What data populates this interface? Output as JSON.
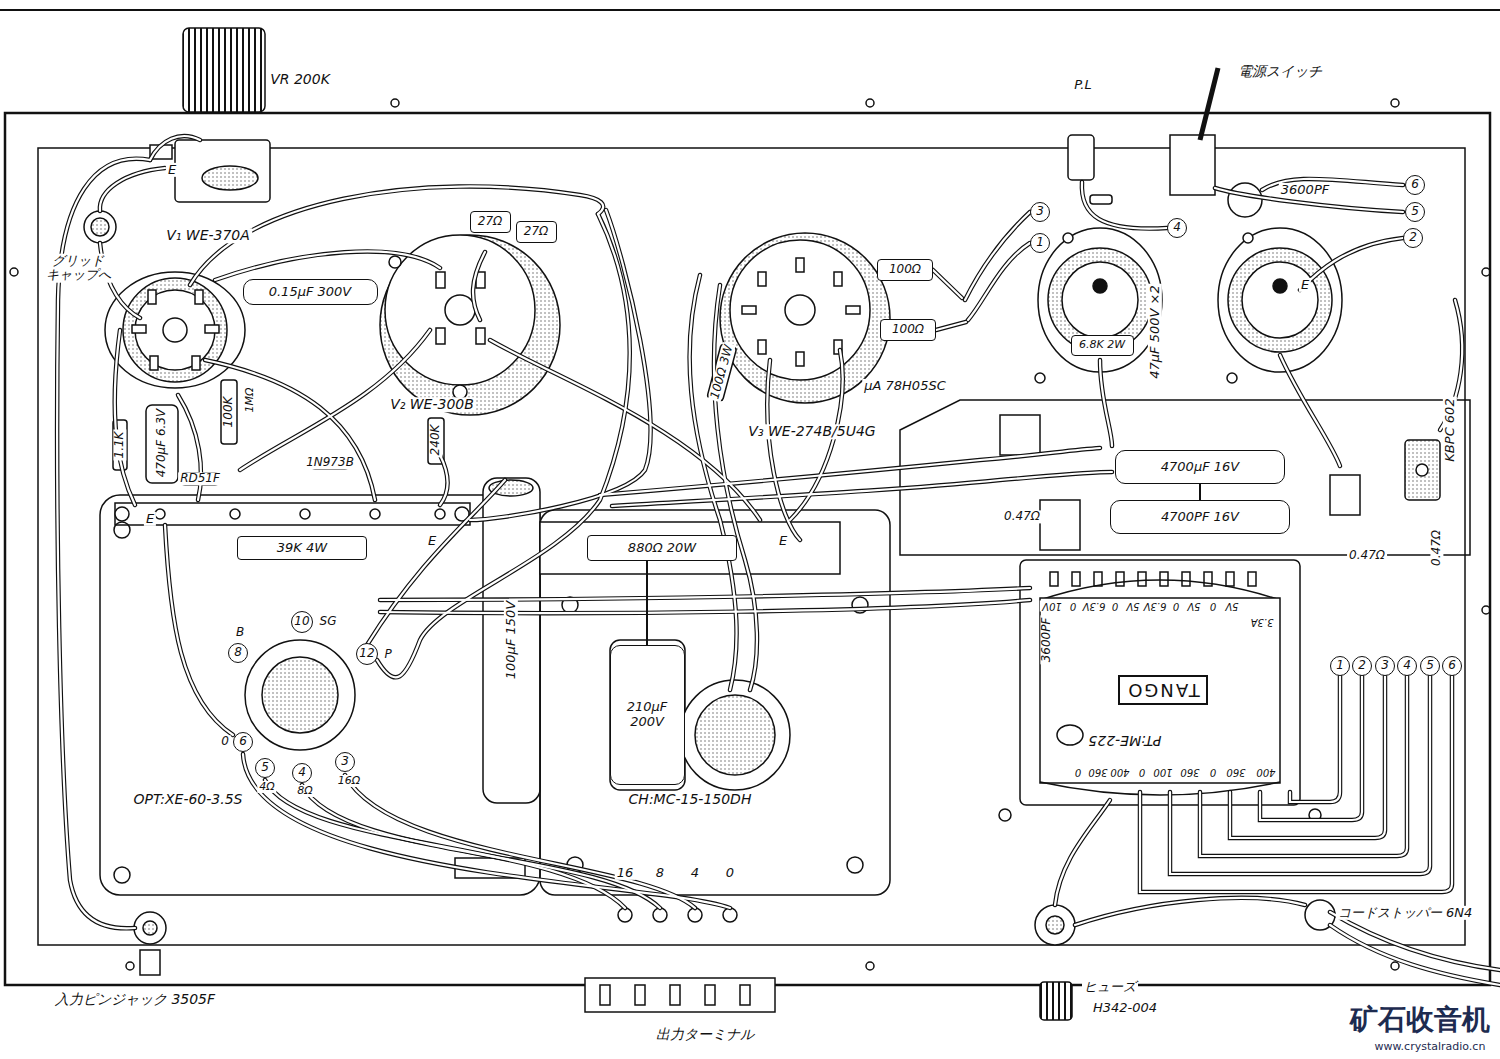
{
  "diagram": {
    "nodes": [
      {
        "text": [
          "0.15μF 300V"
        ]
      },
      {
        "text": [
          "27Ω"
        ]
      },
      {
        "text": [
          "27Ω"
        ]
      },
      {
        "text": [
          "100Ω"
        ]
      },
      {
        "text": [
          "100Ω"
        ]
      },
      {
        "text": [
          "6.8K 2W"
        ]
      },
      {
        "text": [
          "4700μF 16V"
        ]
      },
      {
        "text": [
          "4700PF 16V"
        ]
      },
      {
        "text": [
          "39K 4W"
        ]
      },
      {
        "text": [
          "880Ω 20W"
        ]
      },
      {
        "text": [
          "210μF 200V"
        ]
      },
      {
        "text": [
          "TANGO"
        ]
      },
      {
        "text": [
          "3"
        ]
      },
      {
        "text": [
          "1"
        ]
      },
      {
        "text": [
          "4"
        ]
      },
      {
        "text": [
          "6"
        ]
      },
      {
        "text": [
          "5"
        ]
      },
      {
        "text": [
          "2"
        ]
      },
      {
        "text": [
          "1"
        ]
      },
      {
        "text": [
          "2"
        ]
      },
      {
        "text": [
          "3"
        ]
      },
      {
        "text": [
          "4"
        ]
      },
      {
        "text": [
          "5"
        ]
      },
      {
        "text": [
          "6"
        ]
      },
      {
        "text": [
          "8"
        ]
      },
      {
        "text": [
          "10"
        ]
      },
      {
        "text": [
          "12"
        ]
      },
      {
        "text": [
          "6"
        ]
      },
      {
        "text": [
          "5"
        ]
      },
      {
        "text": [
          "4"
        ]
      },
      {
        "text": [
          "3"
        ]
      }
    ],
    "edges": [
      {
        "from": 9,
        "to": 10,
        "arrow": "none"
      },
      {
        "from": 6,
        "to": 7,
        "arrow": "none"
      }
    ],
    "labels": [
      "VR 200K",
      "E",
      "グリッド キャップへ",
      "V₁ WE-370A",
      "V₂ WE-300B",
      "100Ω 3W",
      "V₃ WE-274B/5U4G",
      "μA 78H05SC",
      "P.L",
      "電源スイッチ",
      "3600PF",
      "E",
      "47μF 500V ×2",
      "KBPC 602",
      "0.47Ω",
      "0.47Ω",
      "0.47Ω",
      "1.1K",
      "470μF 6.3V",
      "100K",
      "1MΩ",
      "RD51F",
      "1N973B",
      "240K",
      "E",
      "E",
      "100μF 150V",
      "E",
      "B",
      "SG",
      "P",
      "0",
      "4Ω",
      "8Ω",
      "16Ω",
      "OPT:XE-60-3.5S",
      "CH:MC-15-150DH",
      "3600PF",
      "10V",
      "0",
      "6.3V",
      "0",
      "5V",
      "6.3V",
      "0",
      "5V",
      "0",
      "5V",
      "3.3A",
      "0",
      "360",
      "400",
      "0",
      "100",
      "360",
      "0",
      "360",
      "400",
      "PT:ME-225",
      "16",
      "8",
      "4",
      "0",
      "出力ターミナル",
      "入力ピンジャック 3505F",
      "ヒューズ",
      "H342-004",
      "コードストッパー 6N4",
      "矿石收音机",
      "www.crystalradio.cn"
    ]
  }
}
